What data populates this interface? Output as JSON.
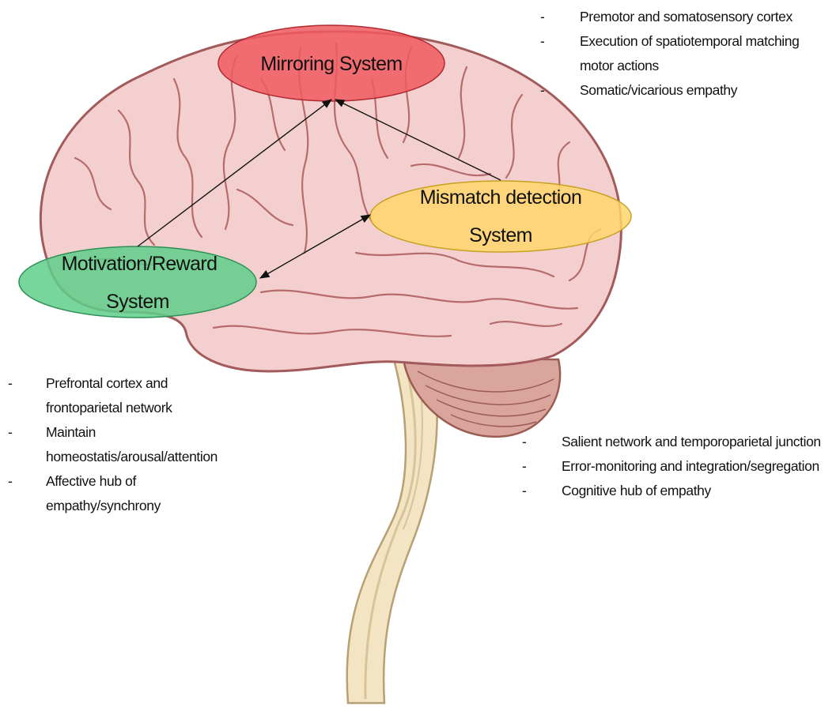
{
  "systems": {
    "mirroring": {
      "label": "Mirroring System",
      "color": "#f05a5f"
    },
    "mismatch": {
      "label_line1": "Mismatch detection",
      "label_line2": "System",
      "color": "#ffd66b"
    },
    "motivation": {
      "label_line1": "Motivation/Reward",
      "label_line2": "System",
      "color": "#5ecf8a"
    }
  },
  "notes": {
    "mirroring": [
      "Premotor and somatosensory cortex",
      "Execution of spatiotemporal matching motor actions",
      "Somatic/vicarious empathy"
    ],
    "motivation": [
      "Prefrontal cortex and frontoparietal network",
      "Maintain homeostatis/arousal/attention",
      "Affective hub of empathy/synchrony"
    ],
    "mismatch": [
      "Salient network and temporoparietal junction",
      "Error-monitoring and integration/segregation",
      "Cognitive hub of empathy"
    ]
  },
  "colors": {
    "brain_fill": "#f3d0cf",
    "brain_outline": "#a35a5a",
    "cerebellum": "#d9a59c",
    "brainstem": "#f3e5c4"
  }
}
